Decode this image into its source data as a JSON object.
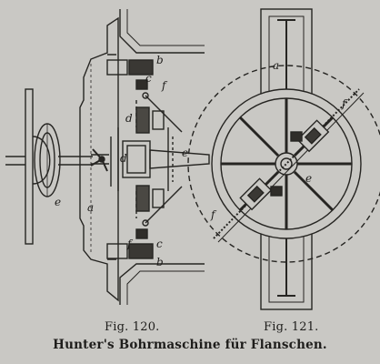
{
  "figures": [
    {
      "caption": "Fig. 120.",
      "letters": [
        "b",
        "c",
        "f",
        "d",
        "d",
        "e",
        "a",
        "e",
        "f",
        "c",
        "b"
      ]
    },
    {
      "caption": "Fig. 121.",
      "letters": [
        "a",
        "f",
        "e",
        "f"
      ]
    }
  ],
  "title": "Hunter's Bohrmaschine für Flanschen."
}
